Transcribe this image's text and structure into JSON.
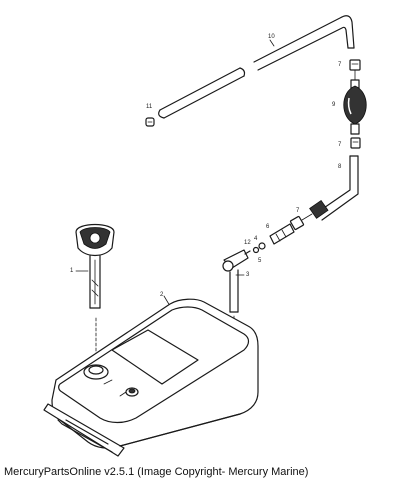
{
  "caption": "MercuryPartsOnline v2.5.1 (Image Copyright- Mercury Marine)",
  "callouts": {
    "c1": "1",
    "c2": "2",
    "c3": "3",
    "c4": "4",
    "c5": "5",
    "c6": "6",
    "c7a": "7",
    "c7b": "7",
    "c7c": "7",
    "c8": "8",
    "c9": "9",
    "c10": "10",
    "c11": "11",
    "c12": "12"
  }
}
